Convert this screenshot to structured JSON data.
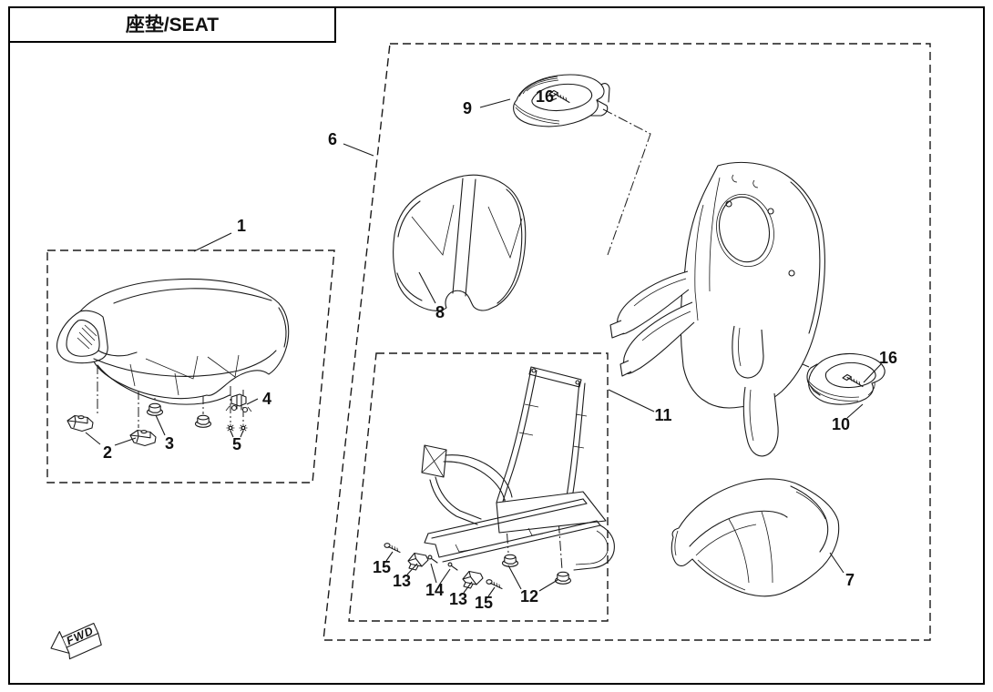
{
  "title": "座垫/SEAT",
  "direction_marker": "FWD",
  "colors": {
    "line": "#1a1a1a",
    "background": "#ffffff"
  },
  "callouts": [
    {
      "ref": "1"
    },
    {
      "ref": "2"
    },
    {
      "ref": "3"
    },
    {
      "ref": "4"
    },
    {
      "ref": "5"
    },
    {
      "ref": "6"
    },
    {
      "ref": "7"
    },
    {
      "ref": "8"
    },
    {
      "ref": "9"
    },
    {
      "ref": "10"
    },
    {
      "ref": "11"
    },
    {
      "ref": "12"
    },
    {
      "ref": "13"
    },
    {
      "ref": "13"
    },
    {
      "ref": "14"
    },
    {
      "ref": "15"
    },
    {
      "ref": "15"
    },
    {
      "ref": "16"
    },
    {
      "ref": "16"
    }
  ]
}
